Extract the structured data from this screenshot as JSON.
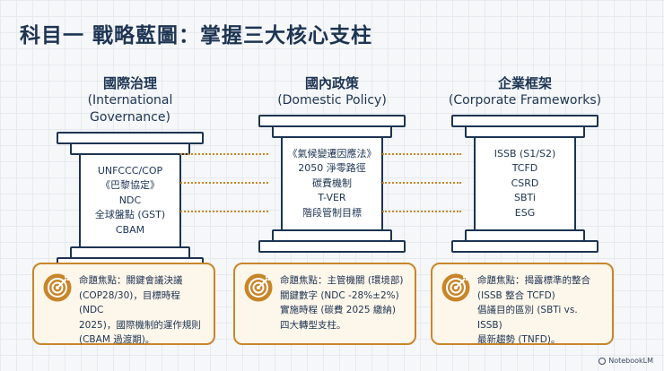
{
  "title": "科目一 戰略藍圖：掌握三大核心支柱",
  "pillars": [
    {
      "heading_zh": "國際治理",
      "heading_en": "(International Governance)",
      "items": [
        "UNFCCC/COP",
        "《巴黎協定》",
        "NDC",
        "全球盤點 (GST)",
        "CBAM"
      ],
      "focus": [
        "命題焦點：關鍵會議決議",
        "(COP28/30)，目標時程 (NDC",
        "2025)，國際機制的運作規則",
        "(CBAM 過渡期)。"
      ]
    },
    {
      "heading_zh": "國內政策",
      "heading_en": "(Domestic Policy)",
      "items": [
        "《氣候變遷因應法》",
        "2050 淨零路徑",
        "碳費機制",
        "T-VER",
        "階段管制目標"
      ],
      "focus": [
        "命題焦點：主管機關 (環境部)",
        "關鍵數字 (NDC -28%±2%)",
        "實施時程 (碳費 2025 繳納)",
        "四大轉型支柱。"
      ]
    },
    {
      "heading_zh": "企業框架",
      "heading_en": "(Corporate Frameworks)",
      "items": [
        "ISSB (S1/S2)",
        "TCFD",
        "CSRD",
        "SBTi",
        "ESG"
      ],
      "focus": [
        "命題焦點：揭露標準的整合",
        "(ISSB 整合 TCFD)",
        "倡議目的區別 (SBTi vs. ISSB)",
        "最新趨勢 (TNFD)。"
      ]
    }
  ],
  "brand": "NotebookLM",
  "colors": {
    "navy": "#1d3452",
    "accent": "#c8862a",
    "box_bg": "#fdf6ea"
  }
}
